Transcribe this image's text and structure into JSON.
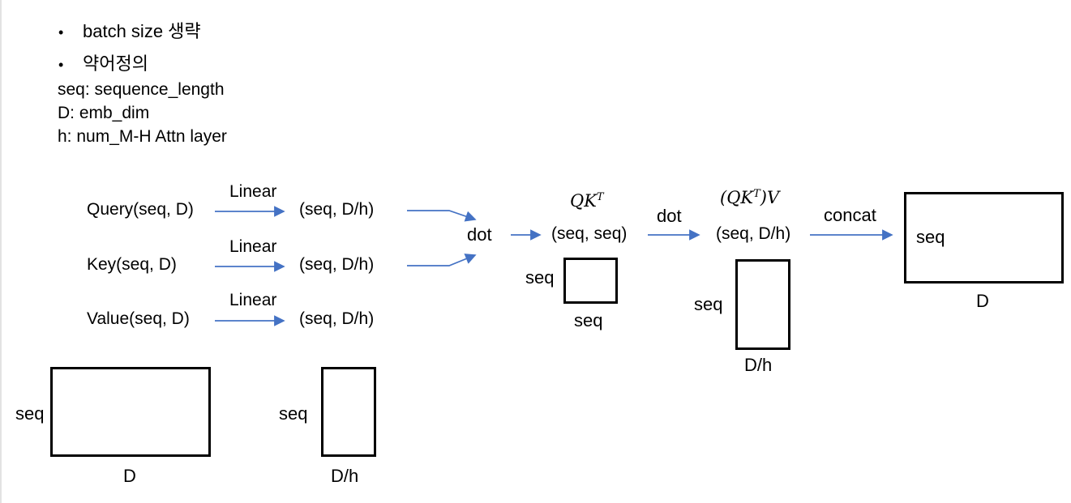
{
  "colors": {
    "arrow": "#4472C4",
    "box_border": "#000000",
    "text": "#000000",
    "edge_line": "#e2e2e2"
  },
  "bullet_char": "•",
  "notes": {
    "bullets": [
      {
        "text": "batch size 생략"
      },
      {
        "text": "약어정의"
      }
    ],
    "abbreviations": [
      "seq: sequence_length",
      "D: emb_dim",
      "h: num_M-H Attn layer"
    ]
  },
  "pipeline": {
    "inputs": [
      {
        "label": "Query(seq, D)",
        "op": "Linear",
        "out": "(seq, D/h)"
      },
      {
        "label": "Key(seq, D)",
        "op": "Linear",
        "out": "(seq, D/h)"
      },
      {
        "label": "Value(seq, D)",
        "op": "Linear",
        "out": "(seq, D/h)"
      }
    ],
    "dot1_label": "dot",
    "qkt": {
      "base": "QK",
      "sup": "T",
      "shape": "(seq, seq)"
    },
    "dot2_label": "dot",
    "qktv": {
      "p1": "(QK",
      "sup": "T",
      "p2": ")V",
      "shape": "(seq, D/h)"
    },
    "concat_label": "concat"
  },
  "matrices": {
    "attn": {
      "side": "seq",
      "bottom": "seq"
    },
    "head_out": {
      "side": "seq",
      "bottom": "D/h"
    },
    "final": {
      "inside": "seq",
      "bottom": "D"
    },
    "embed": {
      "side": "seq",
      "bottom": "D"
    },
    "head_in": {
      "side": "seq",
      "bottom": "D/h"
    }
  }
}
